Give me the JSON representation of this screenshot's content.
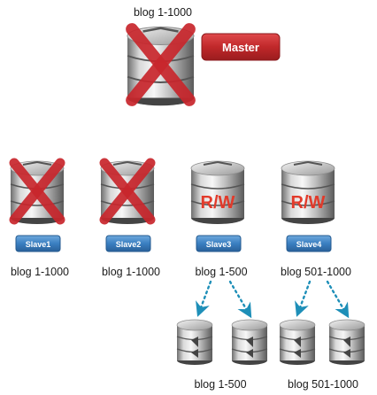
{
  "master": {
    "range": "blog 1-1000",
    "badge": "Master",
    "failed": true
  },
  "slaves": [
    {
      "badge": "Slave1",
      "range": "blog 1-1000",
      "failed": true,
      "rw": ""
    },
    {
      "badge": "Slave2",
      "range": "blog 1-1000",
      "failed": true,
      "rw": ""
    },
    {
      "badge": "Slave3",
      "range": "blog 1-500",
      "failed": false,
      "rw": "R/W"
    },
    {
      "badge": "Slave4",
      "range": "blog 501-1000",
      "failed": false,
      "rw": "R/W"
    }
  ],
  "new_servers": {
    "left_range": "blog 1-500",
    "right_range": "blog 501-1000"
  },
  "colors": {
    "master_badge": "#c0282a",
    "slave_badge": "#3a7fc1",
    "failure_x": "#c8262c",
    "arrow": "#1e8fb8"
  }
}
